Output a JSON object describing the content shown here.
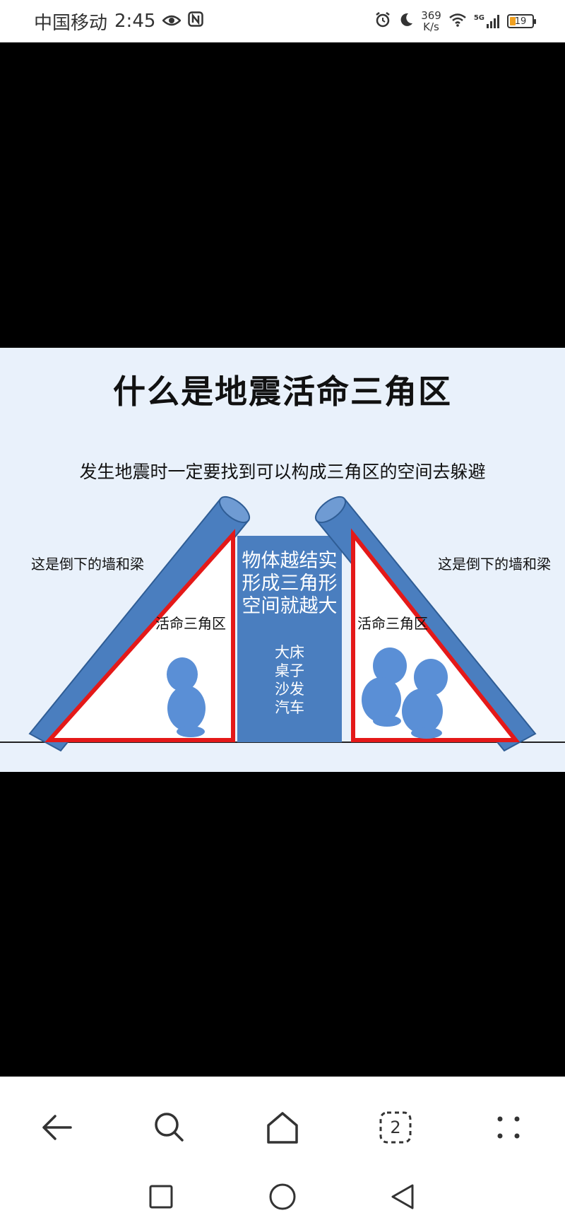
{
  "status_bar": {
    "carrier": "中国移动",
    "time": "2:45",
    "net_speed_value": "369",
    "net_speed_unit": "K/s",
    "signal_label": "5G",
    "battery_level": "19"
  },
  "infographic": {
    "title": "什么是地震活命三角区",
    "subtitle": "发生地震时一定要找到可以构成三角区的空间去躲避",
    "left_wall_label": "这是倒下的墙和梁",
    "right_wall_label": "这是倒下的墙和梁",
    "left_zone_label": "活命三角区",
    "right_zone_label": "活命三角区",
    "center_main": [
      "物体越结实",
      "形成三角形",
      "空间就越大"
    ],
    "center_items": [
      "大床",
      "桌子",
      "沙发",
      "汽车"
    ]
  },
  "navigation": {
    "back": "back-icon",
    "search": "search-icon",
    "home": "home-icon",
    "tabs_count": "2",
    "more": "more-icon"
  },
  "system_nav": {
    "recent": "square-icon",
    "home": "circle-icon",
    "back": "triangle-back-icon"
  }
}
